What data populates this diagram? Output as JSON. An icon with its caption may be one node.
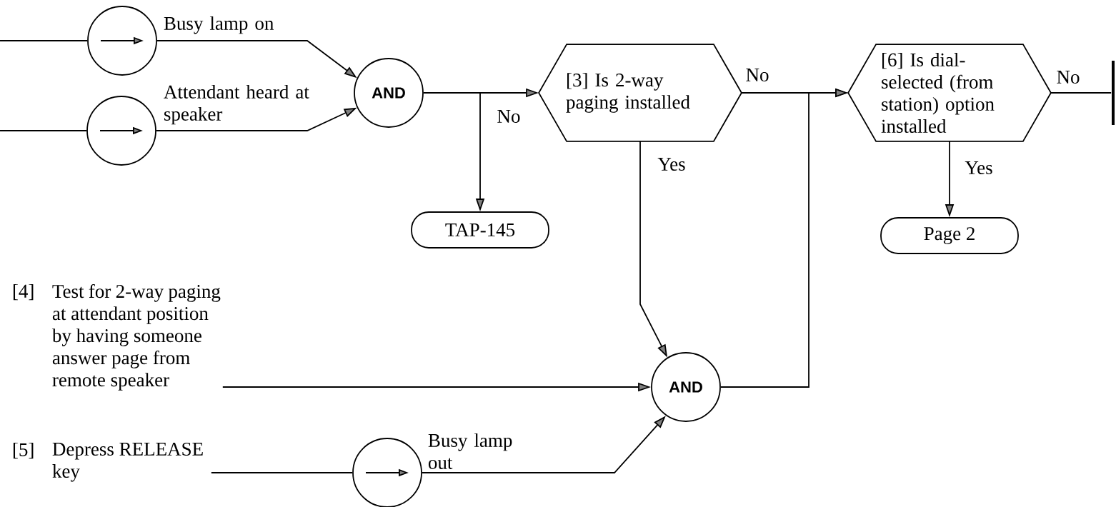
{
  "diagram": {
    "nodes": [
      {
        "text": [],
        "shape": "circle",
        "beside": [
          "Busy lamp on"
        ]
      },
      {
        "text": [],
        "shape": "circle",
        "beside": [
          "Attendant heard at speaker"
        ]
      },
      {
        "text": [
          "AND"
        ]
      },
      {
        "text": [
          "[3] Is 2-way paging installed"
        ]
      },
      {
        "text": [
          "TAP-145"
        ]
      },
      {
        "text": [
          "[6] Is dial-selected (from station) option installed"
        ]
      },
      {
        "text": [
          "Page 2"
        ]
      },
      {
        "text": [
          "[4]",
          "Test for 2-way paging at attendant position by having someone answer page from remote speaker"
        ]
      },
      {
        "text": [
          "[5]",
          "Depress RELEASE key"
        ]
      },
      {
        "text": [],
        "shape": "circle",
        "beside": [
          "Busy lamp out"
        ]
      },
      {
        "text": [
          "AND"
        ]
      },
      {
        "text": [],
        "shape": "bar"
      }
    ],
    "edges": [
      {
        "from": null,
        "to": 0,
        "arrow": "none"
      },
      {
        "from": null,
        "to": 1,
        "arrow": "none"
      },
      {
        "from": 0,
        "to": 2,
        "arrow": "to"
      },
      {
        "from": 1,
        "to": 2,
        "arrow": "to"
      },
      {
        "from": 2,
        "to": 3,
        "arrow": "to"
      },
      {
        "from": 2,
        "to": 4,
        "arrow": "to",
        "label": "No"
      },
      {
        "from": 3,
        "to": 10,
        "arrow": "to",
        "label": "Yes"
      },
      {
        "from": 3,
        "to": 5,
        "arrow": "to",
        "label": "No"
      },
      {
        "from": 10,
        "to": 5,
        "arrow": "to"
      },
      {
        "from": 5,
        "to": 6,
        "arrow": "to",
        "label": "Yes"
      },
      {
        "from": 5,
        "to": 11,
        "arrow": "none",
        "label": "No"
      },
      {
        "from": 7,
        "to": 10,
        "arrow": "to"
      },
      {
        "from": 8,
        "to": 9,
        "arrow": "none"
      },
      {
        "from": 9,
        "to": 10,
        "arrow": "to"
      }
    ]
  }
}
